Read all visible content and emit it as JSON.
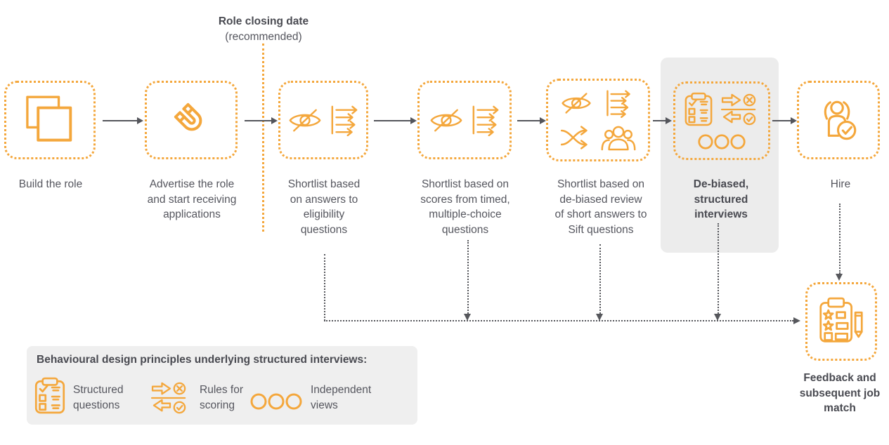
{
  "annotation": {
    "title": "Role closing date",
    "subtitle": "(recommended)"
  },
  "steps": [
    {
      "label": "Build the role",
      "lines": [
        "Build the role"
      ],
      "icons": [
        "copy-icon"
      ],
      "highlighted": false
    },
    {
      "label": "Advertise the role and start receiving applications",
      "lines": [
        "Advertise the role",
        "and start receiving",
        "applications"
      ],
      "icons": [
        "magnet-icon"
      ],
      "highlighted": false
    },
    {
      "label": "Shortlist based on answers to eligibility questions",
      "lines": [
        "Shortlist based",
        "on answers to",
        "eligibility",
        "questions"
      ],
      "icons": [
        "hidden-eye-icon",
        "ranked-list-icon"
      ],
      "highlighted": false
    },
    {
      "label": "Shortlist based on scores from timed, multiple-choice questions",
      "lines": [
        "Shortlist based on",
        "scores from timed,",
        "multiple-choice",
        "questions"
      ],
      "icons": [
        "hidden-eye-icon",
        "ranked-list-icon"
      ],
      "highlighted": false
    },
    {
      "label": "Shortlist based on de-biased review of short answers to Sift questions",
      "lines": [
        "Shortlist based on",
        "de-biased review",
        "of short answers to",
        "Sift questions"
      ],
      "icons": [
        "hidden-eye-icon",
        "ranked-list-icon",
        "shuffle-icon",
        "group-icon"
      ],
      "highlighted": false
    },
    {
      "label": "De-biased, structured interviews",
      "lines": [
        "De-biased,",
        "structured",
        "interviews"
      ],
      "icons": [
        "structured-questions-icon",
        "rules-scoring-icon",
        "independent-views-icon"
      ],
      "highlighted": true
    },
    {
      "label": "Hire",
      "lines": [
        "Hire"
      ],
      "icons": [
        "hire-icon"
      ],
      "highlighted": false
    }
  ],
  "outcome": {
    "label": "Feedback and subsequent job match",
    "lines": [
      "Feedback and",
      "subsequent job",
      "match"
    ],
    "icons": [
      "feedback-clipboard-icon"
    ]
  },
  "legend": {
    "title": "Behavioural design principles underlying structured interviews:",
    "items": [
      {
        "label": "Structured questions",
        "lines": [
          "Structured",
          "questions"
        ],
        "icon": "structured-questions-icon"
      },
      {
        "label": "Rules for scoring",
        "lines": [
          "Rules for",
          "scoring"
        ],
        "icon": "rules-scoring-icon"
      },
      {
        "label": "Independent views",
        "lines": [
          "Independent",
          "views"
        ],
        "icon": "independent-views-icon"
      }
    ]
  },
  "colors": {
    "accent": "#F4A73C",
    "text": "#55565E",
    "emphasis_text": "#494A51",
    "connector": "#56575C",
    "highlight_bg": "#ECECEC",
    "legend_bg": "#EFEFEF"
  }
}
